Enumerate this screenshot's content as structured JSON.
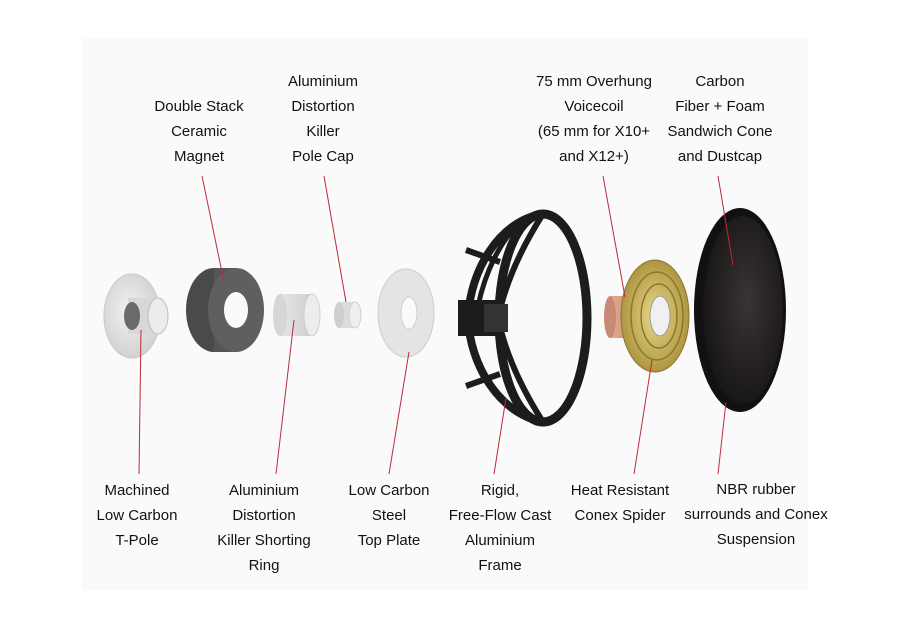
{
  "labels": {
    "double_stack_ceramic_magnet": [
      "Double Stack",
      "Ceramic",
      "Magnet"
    ],
    "aluminium_distortion_killer_pole_cap": [
      "Aluminium",
      "Distortion",
      "Killer",
      "Pole Cap"
    ],
    "overhung_voicecoil": [
      "75 mm Overhung",
      "Voicecoil",
      "(65 mm for X10+",
      "and X12+)"
    ],
    "carbon_fiber_foam_cone": [
      "Carbon",
      "Fiber + Foam",
      "Sandwich Cone",
      "and Dustcap"
    ],
    "machined_t_pole": [
      "Machined",
      "Low Carbon",
      "T-Pole"
    ],
    "shorting_ring": [
      "Aluminium",
      "Distortion",
      "Killer Shorting",
      "Ring"
    ],
    "top_plate": [
      "Low Carbon",
      "Steel",
      "Top Plate"
    ],
    "frame": [
      "Rigid,",
      "Free-Flow Cast",
      "Aluminium",
      "Frame"
    ],
    "spider": [
      "Heat Resistant",
      "Conex Spider"
    ],
    "surround": [
      "NBR  rubber",
      "surrounds and Conex",
      "Suspension"
    ]
  },
  "colors": {
    "leader_line": "#c0283a",
    "magnet": "#5a5a5a",
    "frame": "#1c1c1c",
    "spider": "#c9b25a",
    "voicecoil": "#d59a82",
    "cone": "#2a2626",
    "label_text": "#111111"
  }
}
